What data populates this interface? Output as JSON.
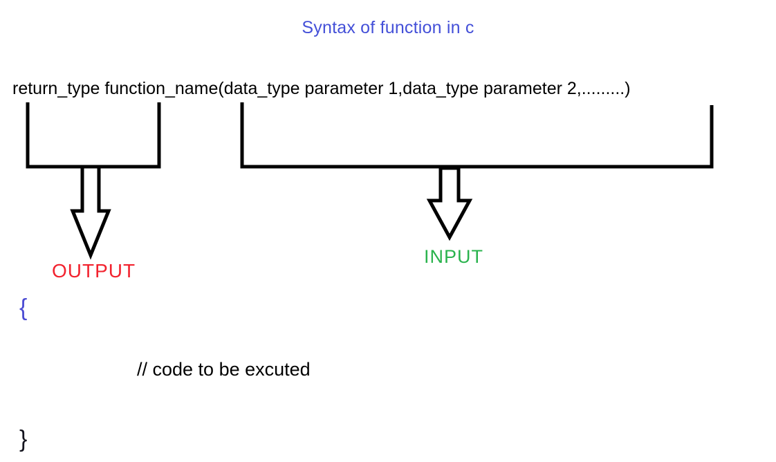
{
  "title": "Syntax of function in c",
  "syntax_line": "return_type function_name(data_type parameter 1,data_type parameter 2,.........)",
  "labels": {
    "output": "OUTPUT",
    "input": "INPUT"
  },
  "code_block": {
    "open_brace": "{",
    "comment": "// code to be excuted",
    "close_brace": "}"
  },
  "colors": {
    "title": "#4450d8",
    "syntax_text": "#000000",
    "output_label": "#f2222e",
    "input_label": "#2ab34d",
    "open_brace": "#4b4bd3",
    "close_brace": "#15151f",
    "bracket_and_arrow_stroke": "#000000",
    "background": "#ffffff"
  }
}
